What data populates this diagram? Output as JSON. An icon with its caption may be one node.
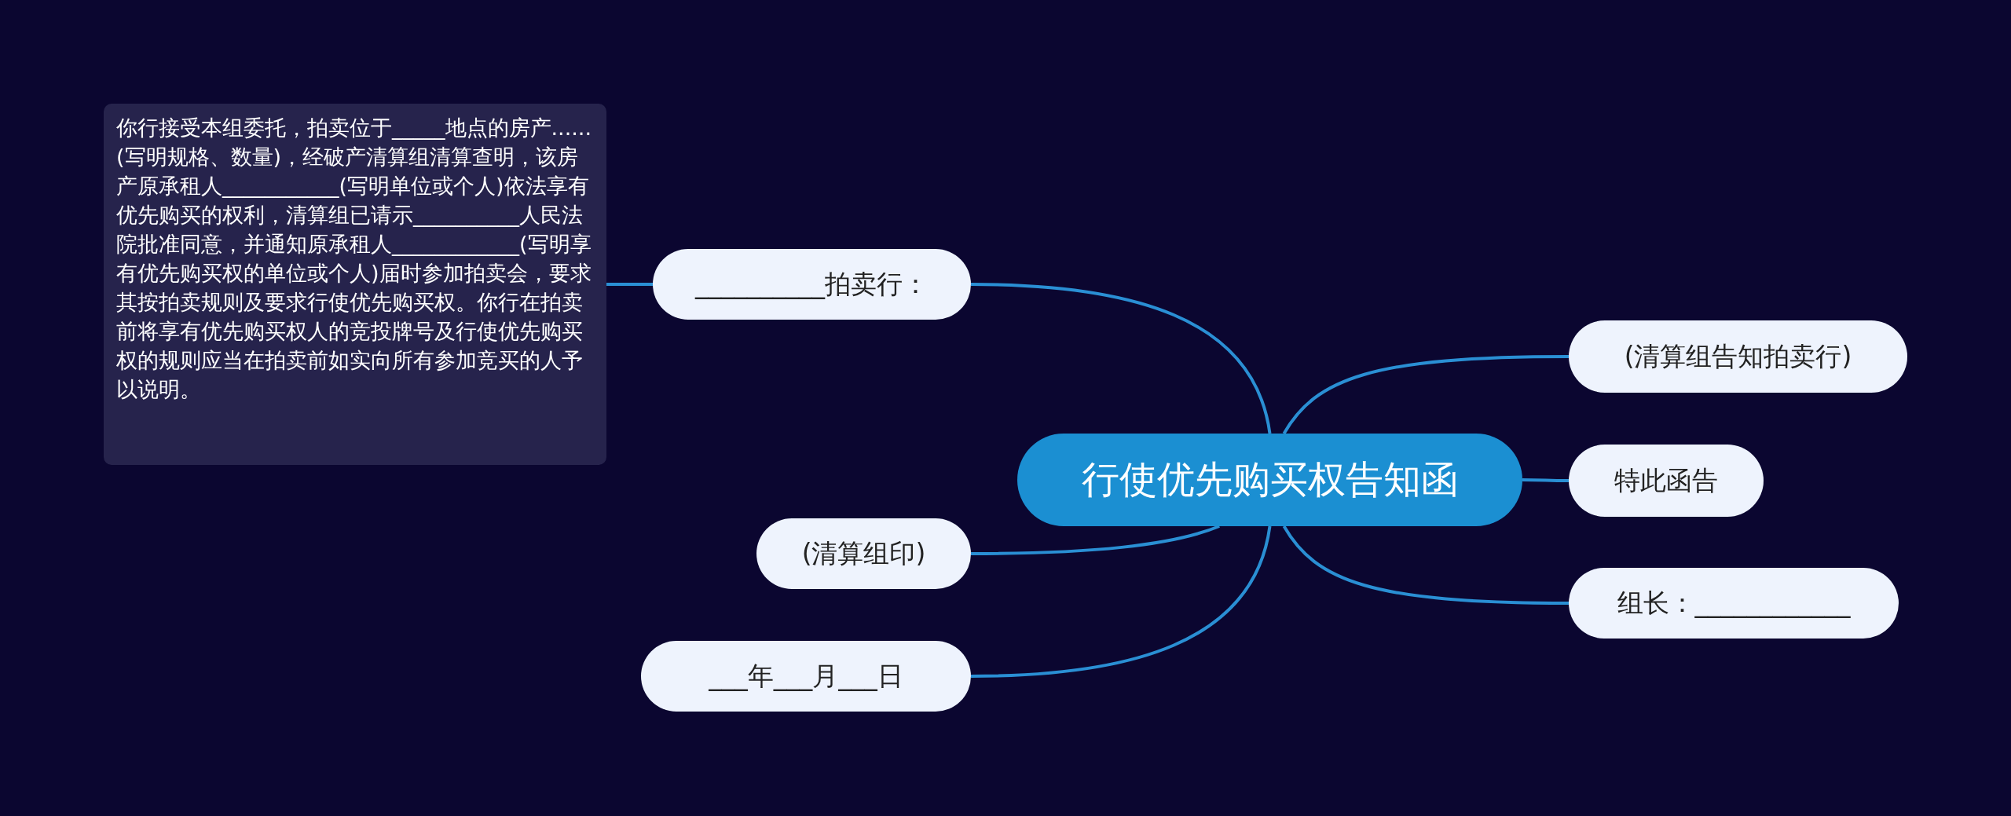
{
  "diagram": {
    "nodes": [
      {
        "text": [
          "行使优先购买权告知函"
        ]
      },
      {
        "text": [
          "__________拍卖行："
        ]
      },
      {
        "text": [
          "你行接受本组委托，拍卖位于_____地点的房产......(写明规格、数量)，经破产清算组清算查明，该房产原承租人___________(写明单位或个人)依法享有优先购买的权利，清算组已请示__________人民法院批准同意，并通知原承租人____________(写明享有优先购买权的单位或个人)届时参加拍卖会，要求其按拍卖规则及要求行使优先购买权。你行在拍卖前将享有优先购买权人的竞投牌号及行使优先购买权的规则应当在拍卖前如实向所有参加竞买的人予以说明。"
        ]
      },
      {
        "text": [
          "(清算组印)"
        ]
      },
      {
        "text": [
          "___年___月___日"
        ]
      },
      {
        "text": [
          "(清算组告知拍卖行)"
        ]
      },
      {
        "text": [
          "特此函告"
        ]
      },
      {
        "text": [
          "组长：____________"
        ]
      }
    ],
    "edges": [
      {
        "from": 0,
        "to": 1,
        "arrow": "none"
      },
      {
        "from": 1,
        "to": 2,
        "arrow": "none"
      },
      {
        "from": 0,
        "to": 3,
        "arrow": "none"
      },
      {
        "from": 0,
        "to": 4,
        "arrow": "none"
      },
      {
        "from": 0,
        "to": 5,
        "arrow": "none"
      },
      {
        "from": 0,
        "to": 6,
        "arrow": "none"
      },
      {
        "from": 0,
        "to": 7,
        "arrow": "none"
      }
    ]
  }
}
